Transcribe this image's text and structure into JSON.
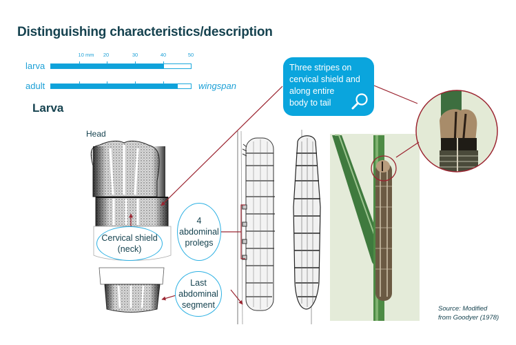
{
  "header": {
    "title": "Distinguishing characteristics/description",
    "section": "Larva"
  },
  "size_scale": {
    "unit": "mm",
    "tick_labels": [
      "10 mm",
      "20",
      "30",
      "40",
      "50"
    ],
    "ticks": [
      10,
      20,
      30,
      40,
      50
    ],
    "max": 50,
    "bars": [
      {
        "label": "larva",
        "value": 40
      },
      {
        "label": "adult",
        "value": 45,
        "note": "wingspan"
      }
    ],
    "colors": {
      "fill": "#0fa2da",
      "text": "#1a9fd6"
    }
  },
  "callout": {
    "lines": [
      "Three stripes on",
      "cervical shield and",
      "along entire",
      "body to tail"
    ],
    "icon": "magnifier-icon",
    "color": "#0aa5dd"
  },
  "labels": {
    "head": "Head",
    "cervical_shield": [
      "Cervical shield",
      "(neck)"
    ],
    "prolegs": [
      "4",
      "abdominal",
      "prolegs"
    ],
    "last_segment": [
      "Last",
      "abdominal",
      "segment"
    ]
  },
  "source": [
    "Source: Modified",
    "from Goodyer (1978)"
  ],
  "colors": {
    "title": "#15424f",
    "leader_line": "#9b2430",
    "ellipse_border": "#2bb0e3"
  }
}
